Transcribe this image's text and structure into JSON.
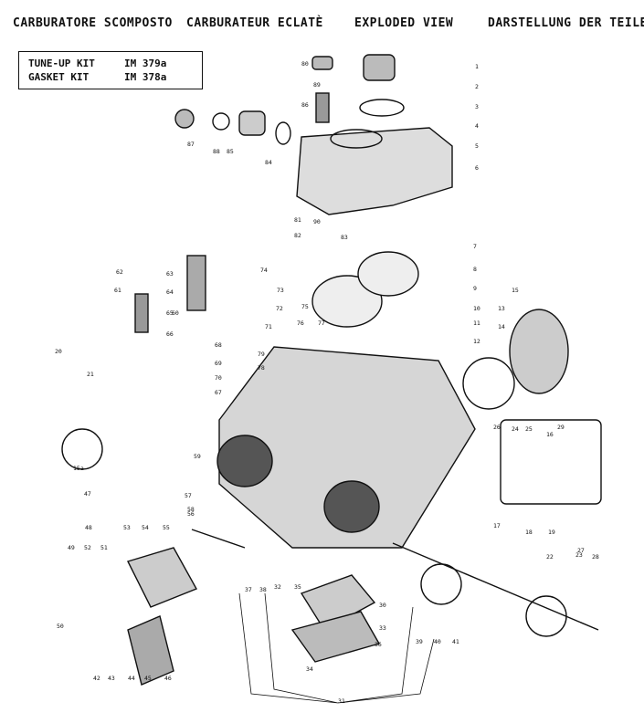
{
  "headers": {
    "italian": "CARBURATORE SCOMPOSTO",
    "french": "CARBURATEUR ECLATÈ",
    "english": "EXPLODED VIEW",
    "german": "DARSTELLUNG DER TEILE"
  },
  "kits": [
    {
      "name": "TUNE-UP KIT",
      "code": "IM 379a"
    },
    {
      "name": "GASKET KIT",
      "code": "IM 378a"
    }
  ],
  "part_labels": [
    "1",
    "2",
    "3",
    "4",
    "5",
    "6",
    "7",
    "8",
    "9",
    "10",
    "11",
    "12",
    "13",
    "14",
    "15",
    "15a",
    "16",
    "17",
    "18",
    "19",
    "20",
    "21",
    "22",
    "23",
    "24",
    "25",
    "26",
    "27",
    "28",
    "29",
    "30",
    "31",
    "32",
    "33",
    "34",
    "35",
    "36",
    "37",
    "38",
    "39",
    "40",
    "41",
    "42",
    "43",
    "44",
    "45",
    "46",
    "47",
    "48",
    "49",
    "50",
    "51",
    "52",
    "53",
    "54",
    "55",
    "56",
    "57",
    "58",
    "59",
    "60",
    "61",
    "62",
    "63",
    "64",
    "65",
    "66",
    "67",
    "68",
    "69",
    "70",
    "71",
    "72",
    "73",
    "74",
    "75",
    "76",
    "77",
    "78",
    "79",
    "80",
    "81",
    "82",
    "83",
    "84",
    "85",
    "86",
    "87",
    "88",
    "89",
    "90"
  ],
  "colors": {
    "ink": "#111111",
    "paper": "#ffffff"
  }
}
